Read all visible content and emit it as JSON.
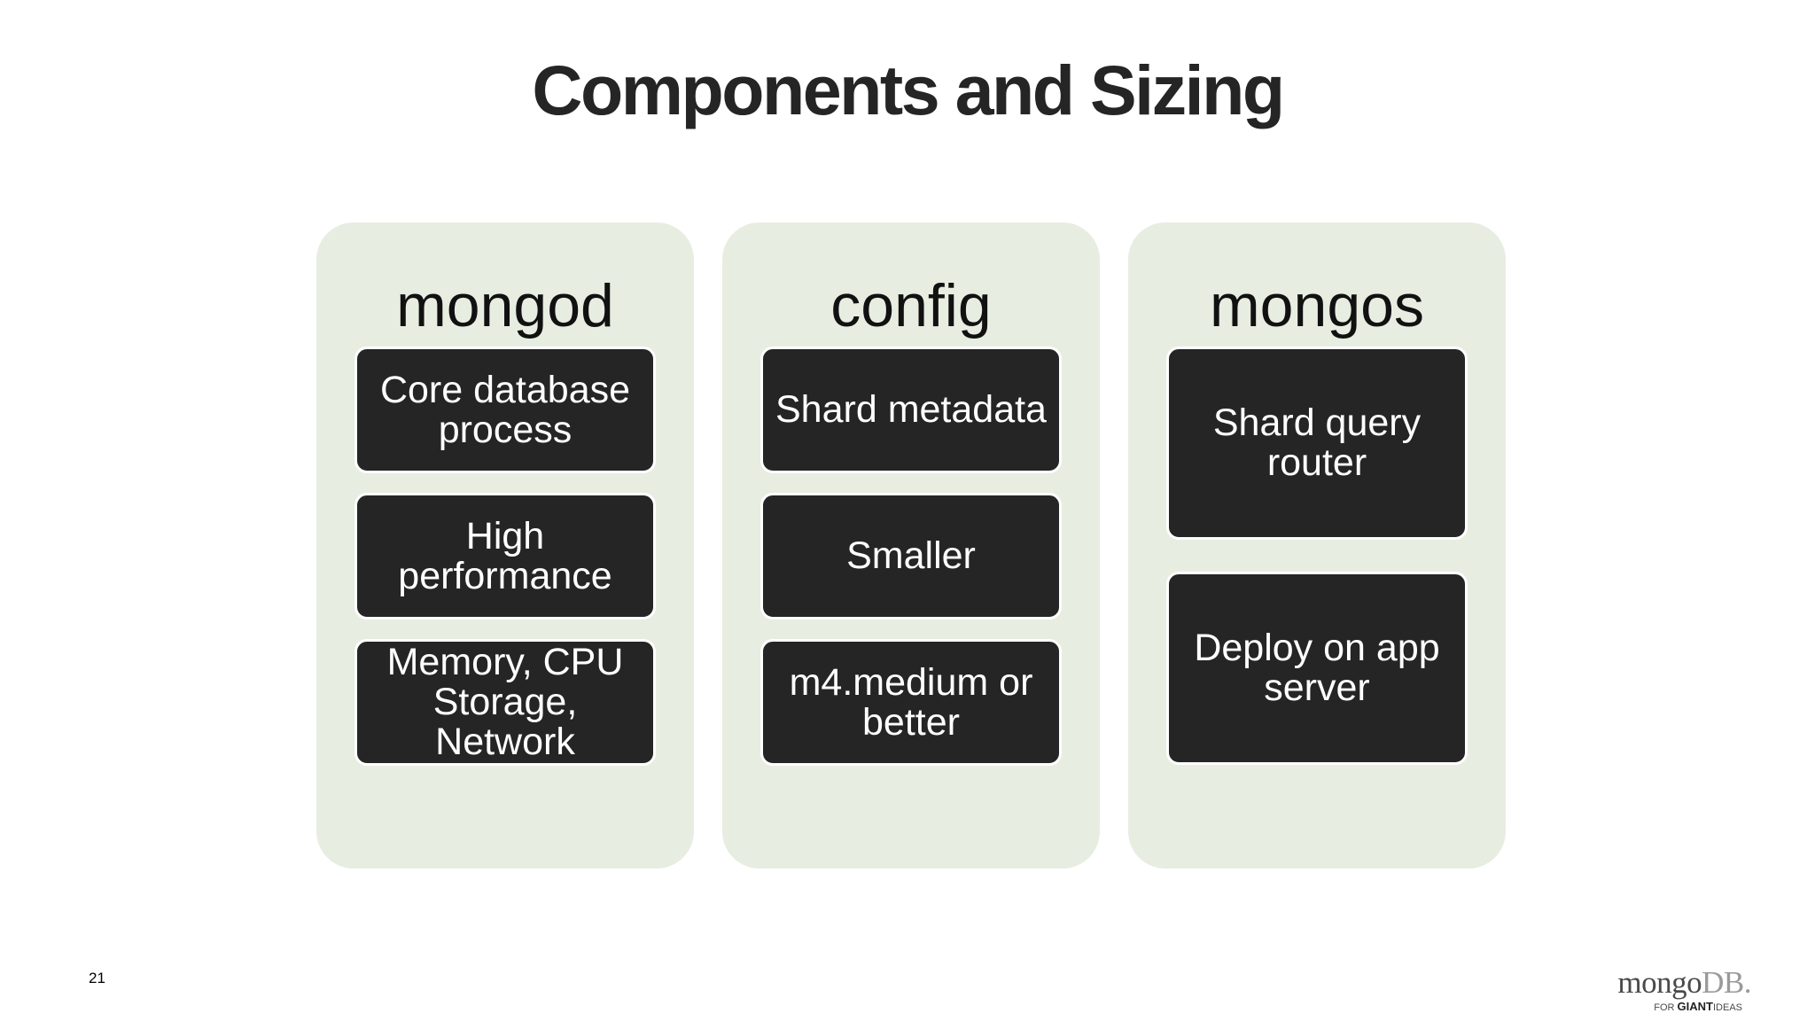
{
  "slide": {
    "title": "Components and Sizing",
    "page_number": "21"
  },
  "columns": [
    {
      "heading": "mongod",
      "items": [
        "Core database\nprocess",
        "High\nperformance",
        "Memory, CPU\nStorage,\nNetwork"
      ]
    },
    {
      "heading": "config",
      "items": [
        "Shard metadata",
        "Smaller",
        "m4.medium or\nbetter"
      ]
    },
    {
      "heading": "mongos",
      "items": [
        "Shard query\nrouter",
        "Deploy on app\nserver"
      ]
    }
  ],
  "logo": {
    "name_part1": "mongo",
    "name_part2": "DB",
    "tagline_for": "FOR",
    "tagline_strong": "GIANT",
    "tagline_end": "IDEAS"
  },
  "colors": {
    "column_bg": "#e7ede1",
    "box_bg": "#252525",
    "title_text": "#252525"
  }
}
